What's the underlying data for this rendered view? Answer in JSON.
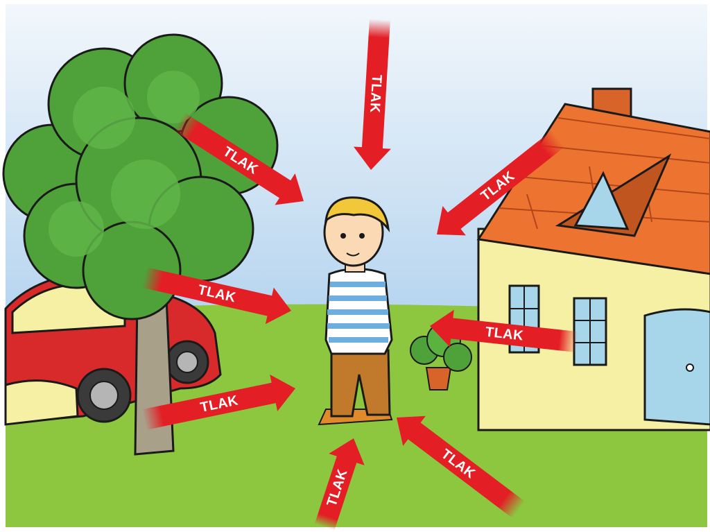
{
  "scene": {
    "pressure_label": "TLAK",
    "colors": {
      "sky": "#bcd8ef",
      "grass": "#8dc63f",
      "arrow": "#e31e24",
      "roof": "#ec7430",
      "house_wall": "#f6f0a4",
      "door": "#a7d6ea",
      "car": "#d82a2a",
      "tree": "#4fa23a"
    }
  },
  "arrows": [
    {
      "id": "top",
      "label": "TLAK"
    },
    {
      "id": "tree-upper",
      "label": "TLAK"
    },
    {
      "id": "roof",
      "label": "TLAK"
    },
    {
      "id": "tree-middle",
      "label": "TLAK"
    },
    {
      "id": "house-window",
      "label": "TLAK"
    },
    {
      "id": "car",
      "label": "TLAK"
    },
    {
      "id": "bottom",
      "label": "TLAK"
    },
    {
      "id": "bottom-right",
      "label": "TLAK"
    }
  ]
}
